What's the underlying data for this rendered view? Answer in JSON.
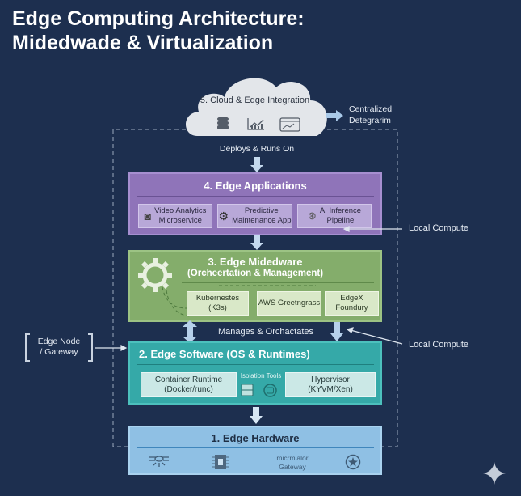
{
  "title": {
    "line1": "Edge Computing Architecture:",
    "line2": "Midedwade & Virtualization"
  },
  "cloud": {
    "title": "5. Cloud & Edge Integration",
    "icons": [
      "database-icon",
      "bar-chart-icon",
      "dashboard-icon"
    ],
    "side_label_1": "Centralized",
    "side_label_2": "Detegrarim"
  },
  "connectors": {
    "deploys": "Deploys & Runs On",
    "manages": "Manages & Orchactates",
    "local_compute_1": "Local Compute",
    "local_compute_2": "Local Compute",
    "edge_node_1": "Edge Node",
    "edge_node_2": "/ Gateway"
  },
  "layers": {
    "applications": {
      "title": "4. Edge Applications",
      "color": "#8f74b9",
      "items": [
        {
          "l1": "Video Analytics",
          "l2": "Microservice",
          "icon": "camera-icon"
        },
        {
          "l1": "Predictive",
          "l2": "Maintenance App",
          "icon": "gear-icon"
        },
        {
          "l1": "AI Inference",
          "l2": "Pipeline",
          "icon": "brain-icon"
        }
      ]
    },
    "middleware": {
      "title": "3. Edge Midedware",
      "subtitle": "(Orcheertation & Management)",
      "color": "#84ad6b",
      "items": [
        "Kubernestes (K3s)",
        "AWS Greetngrass",
        "EdgeX Foundury"
      ]
    },
    "software": {
      "title": "2. Edge Software (OS & Runtimes)",
      "color": "#35a9a8",
      "left_l1": "Container Runtime",
      "left_l2": "(Docker/runc)",
      "isolation": "Isolation Tools",
      "right_l1": "Hypervisor",
      "right_l2": "(KYVM/Xen)"
    },
    "hardware": {
      "title": "1. Edge Hardware",
      "color": "#8fc0e4",
      "gateway_l1": "micrmlalor",
      "gateway_l2": "Gateway"
    }
  }
}
